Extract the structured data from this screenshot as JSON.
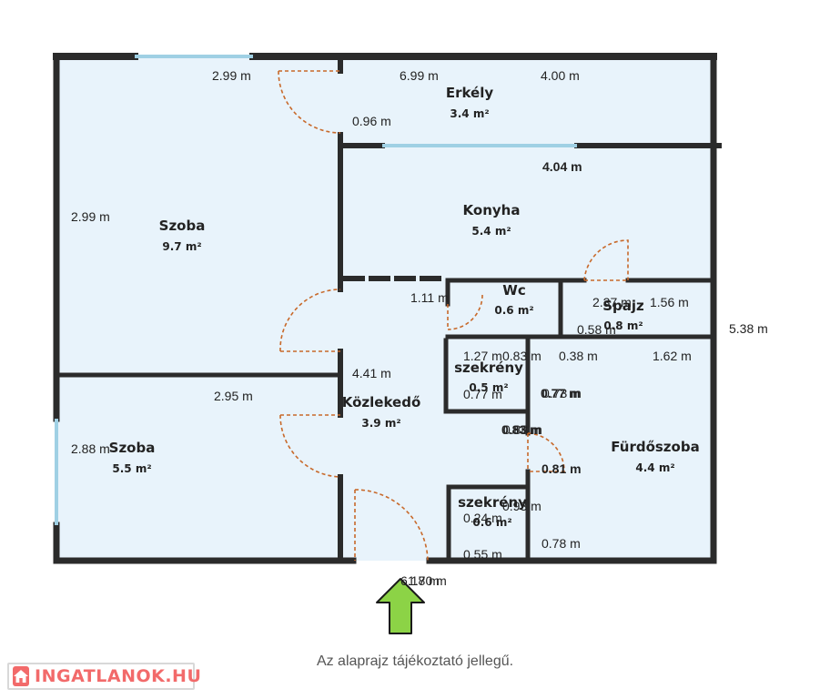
{
  "colors": {
    "floor": "#e8f3fb",
    "wall": "#2b2b2b",
    "window": "#9fd0e4",
    "door": "#c8692a",
    "arrow": "#8cd346",
    "arrow_stroke": "#1a1a1a",
    "logo": "#f26a6a"
  },
  "rooms": [
    {
      "name": "Szoba",
      "area": "9.7 m²"
    },
    {
      "name": "Erkély",
      "area": "3.4 m²"
    },
    {
      "name": "Konyha",
      "area": "5.4 m²"
    },
    {
      "name": "Wc",
      "area": "0.6 m²"
    },
    {
      "name": "Spajz",
      "area": "0.8 m²"
    },
    {
      "name": "szekrény",
      "area": "0.5 m²"
    },
    {
      "name": "Közlekedő",
      "area": "3.9 m²"
    },
    {
      "name": "Fürdőszoba",
      "area": "4.4 m²"
    },
    {
      "name": "Szoba",
      "area": "5.5 m²"
    },
    {
      "name": "szekrény",
      "area": "0.6 m²"
    }
  ],
  "dimensions": [
    "2.99 m",
    "6.99 m",
    "4.00 m",
    "0.96 m",
    "4.04 m",
    "2.99 m",
    "1.11 m",
    "2.37 m",
    "1.56 m",
    "0.58 m",
    "5.38 m",
    "1.27 m",
    "0.83 m",
    "0.38 m",
    "1.62 m",
    "4.41 m",
    "2.95 m",
    "0.77 m",
    "0.77 m",
    "0.73 m",
    "0.83 m",
    "0.88 m",
    "2.88 m",
    "0.81 m",
    "0.93 m",
    "0.24 m",
    "0.78 m",
    "0.55 m",
    "6.18 m",
    "1.70 m"
  ],
  "caption": "Az alaprajz tájékoztató jellegű.",
  "logo": {
    "text": "INGATLANOK.HU",
    "icon": "house-icon"
  },
  "entrance": {
    "icon": "entrance-arrow-icon"
  }
}
